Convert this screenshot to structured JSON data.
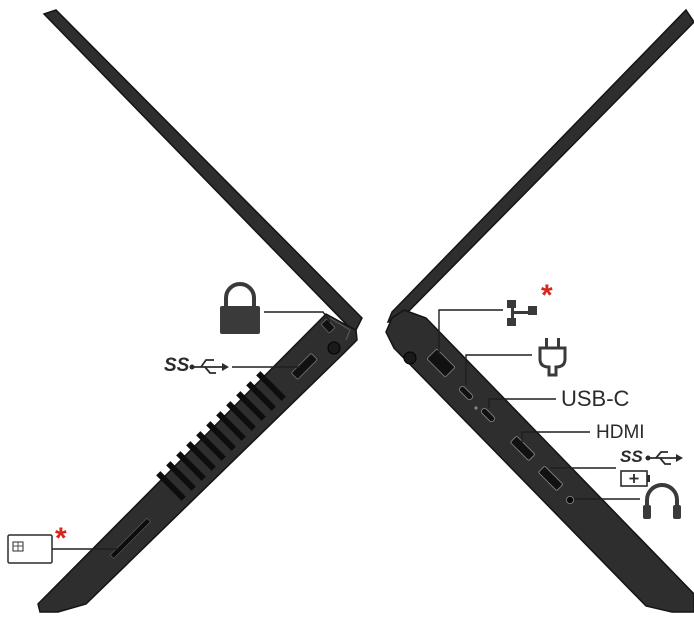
{
  "labels": {
    "usb_c": "USB-C",
    "hdmi": "HDMI",
    "superspeed_left": "SS",
    "superspeed_right": "SS"
  },
  "footnote_marker": "*",
  "colors": {
    "laptop_body": "#2e2e2e",
    "laptop_edge": "#141414",
    "line": "#1f1f1f",
    "accent_asterisk": "#d9261c"
  },
  "icons": {
    "left": [
      "lock-icon",
      "usb-superspeed-icon",
      "smart-card-icon"
    ],
    "right": [
      "ethernet-icon",
      "power-plug-icon",
      "usb-superspeed-charging-icon",
      "headset-icon"
    ]
  }
}
